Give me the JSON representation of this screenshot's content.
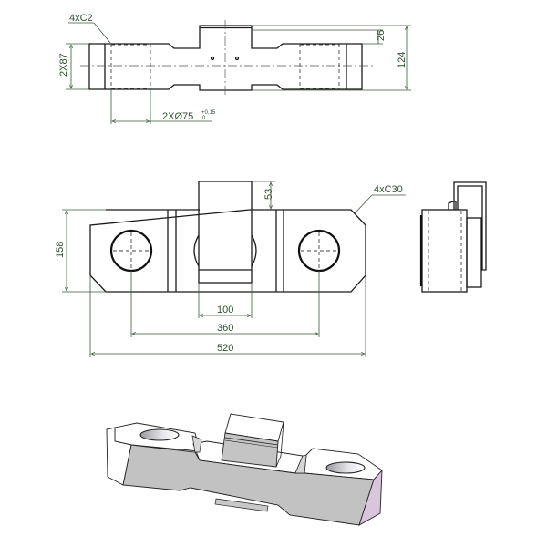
{
  "drawing": {
    "title": "Load cell / link technical drawing",
    "views": [
      "top-view",
      "front-view",
      "side-view",
      "isometric-view"
    ],
    "colors": {
      "outline": "#1a1a1a",
      "dimension": "#3d5a3d",
      "dimension_text": "#2f4f2f",
      "iso_face_gray": "#c0c0c0",
      "iso_face_white": "#ffffff",
      "iso_end_face": "#d8c4dc"
    }
  },
  "top_view": {
    "chamfer_label": "4xC2",
    "width_label": "2X87",
    "hole_label": "2XØ75",
    "tol_upper": "+0.15",
    "tol_lower": "0",
    "offset_label": "26",
    "height_label": "124"
  },
  "front_view": {
    "bracket_height_label": "53",
    "chamfer_label": "4xC30",
    "height_label": "158",
    "bracket_width_label": "100",
    "hole_spacing_label": "360",
    "overall_length_label": "520"
  }
}
